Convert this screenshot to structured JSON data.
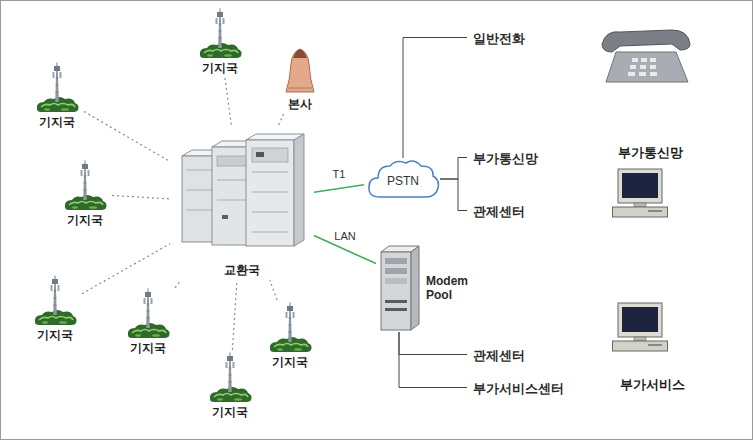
{
  "diagram": {
    "nodes": [
      {
        "text": [
          "기지국"
        ]
      },
      {
        "text": [
          "본사"
        ]
      },
      {
        "text": [
          "기지국"
        ]
      },
      {
        "text": [
          "기지국"
        ]
      },
      {
        "text": [
          "교환국"
        ]
      },
      {
        "text": [
          "기지국"
        ]
      },
      {
        "text": [
          "기지국"
        ]
      },
      {
        "text": [
          "기지국"
        ]
      },
      {
        "text": [
          "기지국"
        ]
      },
      {
        "text": [
          "PSTN"
        ]
      },
      {
        "text": [
          "Modem Pool"
        ]
      },
      {
        "text": [
          "일반전화"
        ]
      },
      {
        "text": [
          "부가통신망"
        ]
      },
      {
        "text": [
          "관제센터"
        ]
      },
      {
        "text": [
          "관제센터"
        ]
      },
      {
        "text": [
          "부가서비스센터"
        ]
      }
    ],
    "edges": [
      {
        "from": 0,
        "to": 4,
        "arrow": "none"
      },
      {
        "from": 1,
        "to": 4,
        "arrow": "none"
      },
      {
        "from": 2,
        "to": 4,
        "arrow": "none"
      },
      {
        "from": 3,
        "to": 4,
        "arrow": "none"
      },
      {
        "from": 5,
        "to": 4,
        "arrow": "none"
      },
      {
        "from": 6,
        "to": 4,
        "arrow": "none"
      },
      {
        "from": 7,
        "to": 4,
        "arrow": "none"
      },
      {
        "from": 8,
        "to": 4,
        "arrow": "none"
      },
      {
        "from": 4,
        "to": 9,
        "label": "T1",
        "arrow": "none"
      },
      {
        "from": 4,
        "to": 10,
        "label": "LAN",
        "arrow": "none"
      },
      {
        "from": 9,
        "to": 11,
        "arrow": "none"
      },
      {
        "from": 9,
        "to": 12,
        "arrow": "none"
      },
      {
        "from": 9,
        "to": 13,
        "arrow": "none"
      },
      {
        "from": 10,
        "to": 14,
        "arrow": "none"
      },
      {
        "from": 10,
        "to": 15,
        "arrow": "none"
      }
    ],
    "labels": [
      "부가통신망",
      "부가서비스"
    ]
  }
}
